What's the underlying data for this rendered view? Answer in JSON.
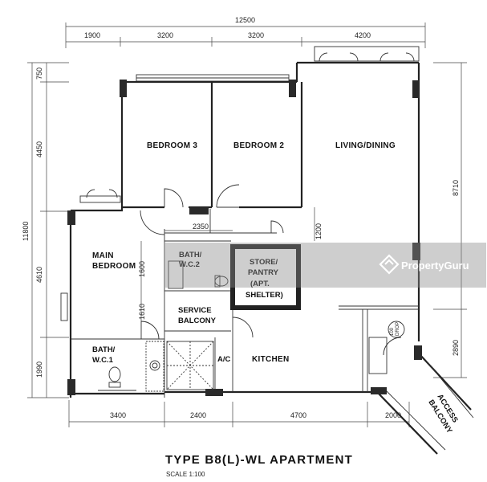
{
  "plan": {
    "title": "TYPE B8(L)-WL APARTMENT",
    "scale": "SCALE 1:100",
    "dimensions": {
      "overall_width": "12500",
      "top": [
        "1900",
        "3200",
        "3200",
        "4200"
      ],
      "left": [
        "750",
        "4450",
        "11800",
        "4610",
        "1990"
      ],
      "inner": [
        "1600",
        "1610",
        "2350",
        "1200"
      ],
      "right": [
        "8710",
        "2890"
      ],
      "bottom": [
        "3400",
        "2400",
        "4700",
        "2000"
      ]
    },
    "rooms": {
      "bedroom3": "BEDROOM 3",
      "bedroom2": "BEDROOM 2",
      "living": "LIVING/DINING",
      "main_bedroom": [
        "MAIN",
        "BEDROOM"
      ],
      "bath2": [
        "BATH/",
        "W.C.2"
      ],
      "store": [
        "STORE/",
        "PANTRY",
        "(APT.",
        "SHELTER)"
      ],
      "service_balcony": [
        "SERVICE",
        "BALCONY"
      ],
      "bath1": [
        "BATH/",
        "W.C.1"
      ],
      "ac": "A/C",
      "kitchen": "KITCHEN",
      "refuse": [
        "100",
        "DROP"
      ],
      "access_balcony": [
        "ACCESS",
        "BALCONY"
      ]
    },
    "watermark": "PropertyGuru"
  }
}
